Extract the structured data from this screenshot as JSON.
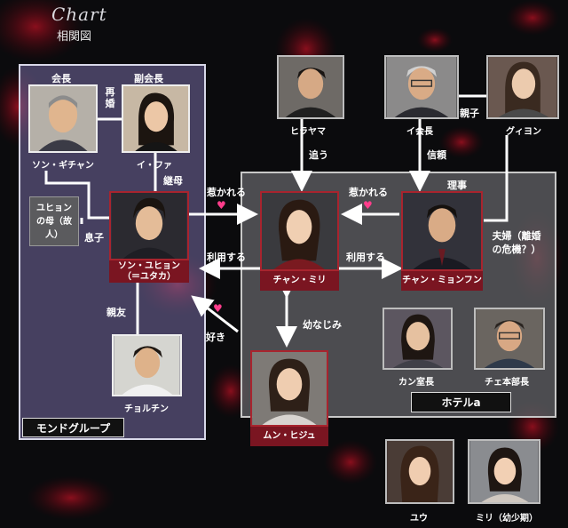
{
  "header": {
    "title_en": "Chart",
    "title_jp": "相関図"
  },
  "groups": {
    "mondo": "モンドグループ",
    "hotel": "ホテルa"
  },
  "people": {
    "son_gichan": {
      "role": "会長",
      "name": "ソン・ギチャン"
    },
    "i_fa": {
      "role": "副会長",
      "name": "イ・ファ"
    },
    "yuhyon_mother": {
      "name": "ユヒョンの母（故人）"
    },
    "son_yuhyon": {
      "name": "ソン・ユヒョン",
      "alias": "（＝ユタカ）"
    },
    "chorchin": {
      "name": "チョルチン"
    },
    "hirayama": {
      "name": "ヒラヤマ"
    },
    "i_chairman": {
      "name": "イ会長"
    },
    "gwiyon": {
      "name": "グィヨン"
    },
    "chan_miri": {
      "name": "チャン・ミリ"
    },
    "chan_myonfun": {
      "name": "チャン・ミョンフン"
    },
    "kan": {
      "name": "カン室長"
    },
    "che": {
      "name": "チェ本部長"
    },
    "mun_hiju": {
      "name": "ムン・ヒジュ"
    },
    "yu": {
      "name": "ユウ"
    },
    "miri_child": {
      "name": "ミリ（幼少期）"
    }
  },
  "relations": {
    "remarried": "再婚",
    "stepmother": "継母",
    "son": "息子",
    "best_friend": "親友",
    "chases": "追う",
    "trust": "信頼",
    "parent_child": "親子",
    "director": "理事",
    "attracted_left": "惹かれる",
    "attracted_right": "惹かれる",
    "uses_left": "利用する",
    "uses_right": "利用する",
    "likes": "好き",
    "childhood_friend": "幼なじみ",
    "couple_crisis": "夫婦（離婚の危機？）"
  },
  "colors": {
    "accent_red": "#7a1521",
    "heart_pink": "#ff3d8b",
    "group_purple": "#6e6aa0"
  }
}
